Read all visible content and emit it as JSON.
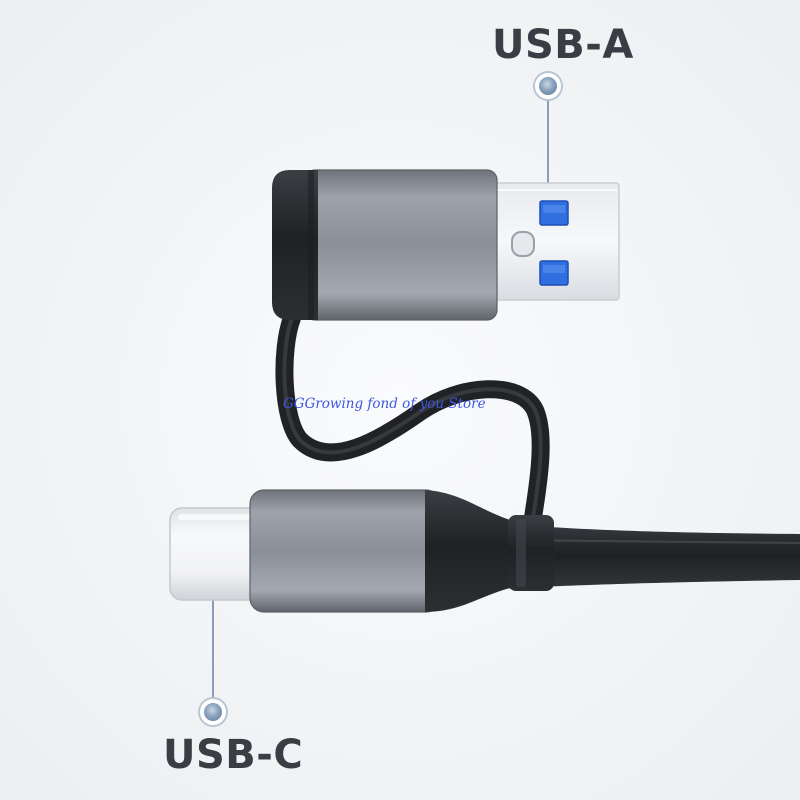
{
  "callouts": {
    "top_label": "USB-A",
    "bottom_label": "USB-C"
  },
  "watermark": {
    "text": "GGGrowing fond of you Store"
  },
  "colors": {
    "background": "#f4f5f7",
    "label_text": "#3a3d44",
    "watermark_text": "#3f57e0",
    "callout_dot": "#7f9bb9",
    "metal_shell": "#8a8e96",
    "cable": "#2b2d31",
    "usb3_blue_pin": "#2f6fe0"
  }
}
